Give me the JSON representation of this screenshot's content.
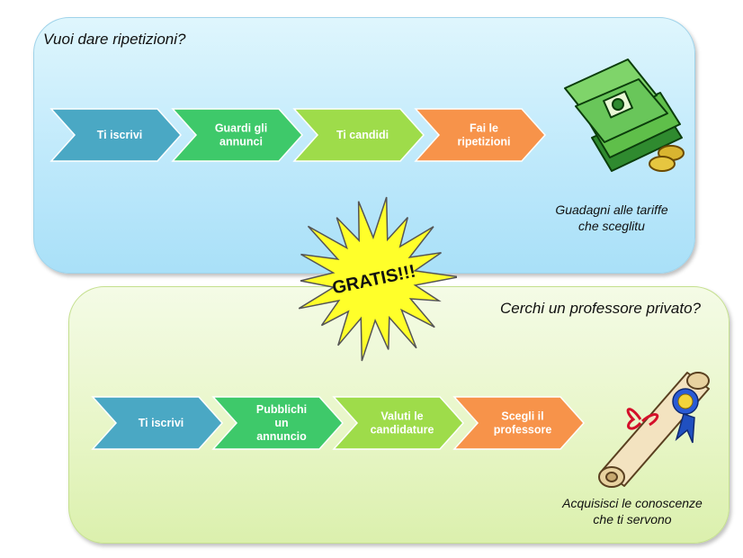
{
  "top": {
    "title": "Vuoi dare ripetizioni?",
    "steps": [
      {
        "lines": [
          "Ti iscrivi"
        ],
        "color": "#4aa8c4"
      },
      {
        "lines": [
          "Guardi gli",
          "annunci"
        ],
        "color": "#3ec96a"
      },
      {
        "lines": [
          "Ti candidi"
        ],
        "color": "#9edc4a"
      },
      {
        "lines": [
          "Fai le",
          "ripetizioni"
        ],
        "color": "#f7934a"
      }
    ],
    "caption_line1": "Guadagni alle tariffe",
    "caption_line2": "che sceglitu",
    "illustration_icon": "money-icon"
  },
  "burst": {
    "label": "GRATIS!!!",
    "color": "#ffff2a"
  },
  "bottom": {
    "title": "Cerchi un professore privato?",
    "steps": [
      {
        "lines": [
          "Ti iscrivi"
        ],
        "color": "#4aa8c4"
      },
      {
        "lines": [
          "Pubblichi",
          "un",
          "annuncio"
        ],
        "color": "#3ec96a"
      },
      {
        "lines": [
          "Valuti le",
          "candidature"
        ],
        "color": "#9edc4a"
      },
      {
        "lines": [
          "Scegli il",
          "professore"
        ],
        "color": "#f7934a"
      }
    ],
    "caption_line1": "Acquisisci le conoscenze",
    "caption_line2": "che ti servono",
    "illustration_icon": "diploma-icon"
  }
}
